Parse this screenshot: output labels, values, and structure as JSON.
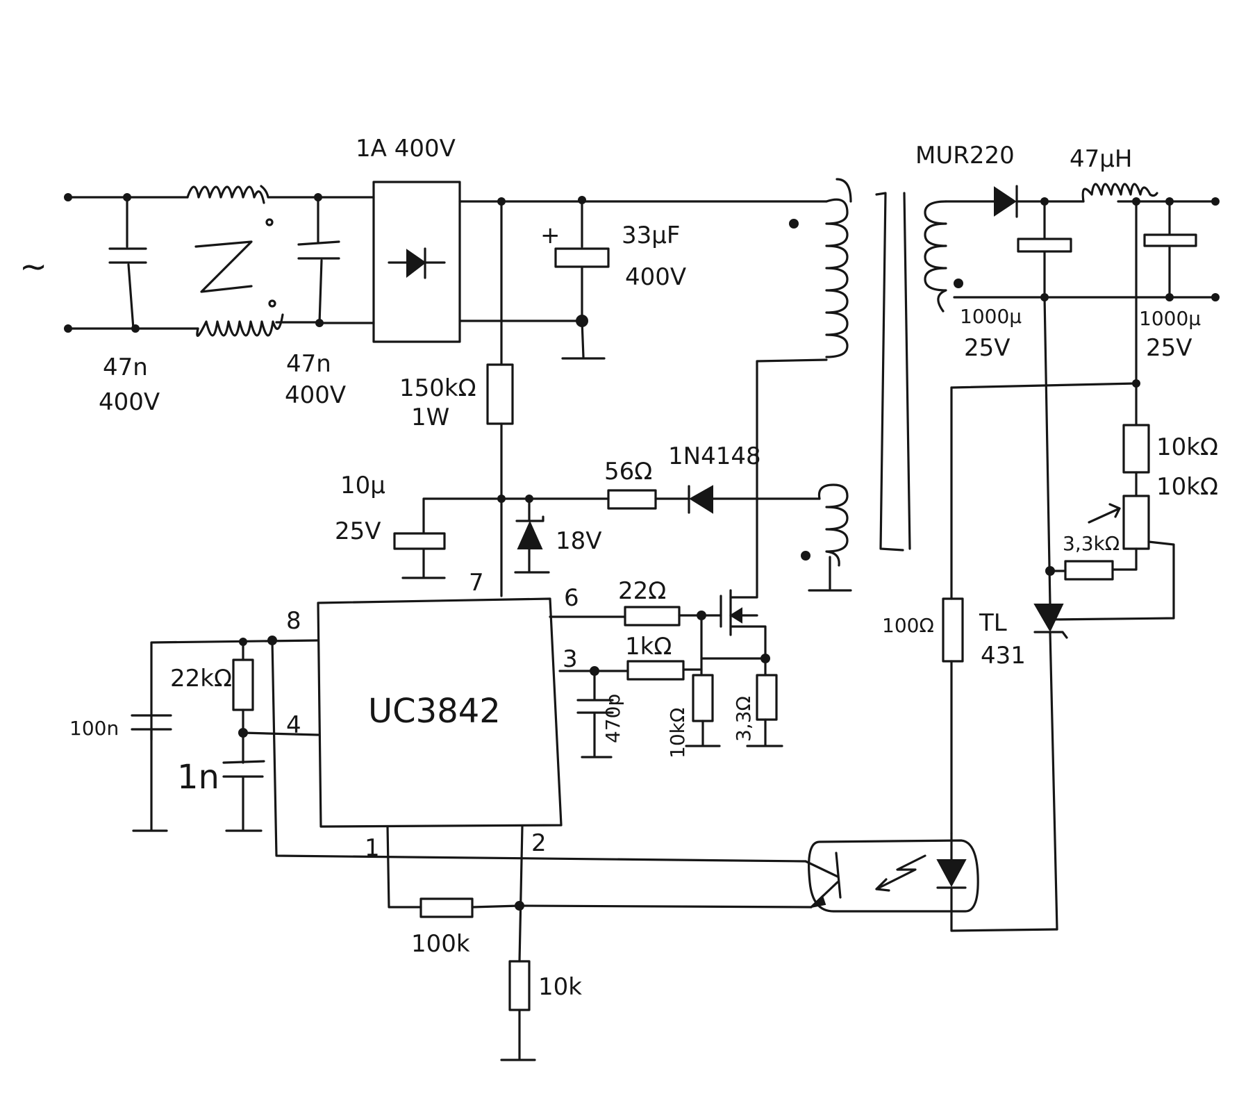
{
  "labels": {
    "ac_symbol": "~",
    "bridge": "1A 400V",
    "cap_x1": "47n",
    "cap_x1_v": "400V",
    "cap_x2": "47n",
    "cap_x2_v": "400V",
    "bulk_cap": "33µF",
    "bulk_cap_v": "400V",
    "bulk_cap_plus": "+",
    "startup_res": "150kΩ",
    "startup_res_w": "1W",
    "vcc_cap": "10µ",
    "vcc_cap_v": "25V",
    "zener": "18V",
    "aux_res": "56Ω",
    "aux_diode": "1N4148",
    "pin7": "7",
    "pin8": "8",
    "pin4": "4",
    "pin6": "6",
    "pin3": "3",
    "pin1": "1",
    "pin2": "2",
    "ic": "UC3842",
    "gate_res": "22Ω",
    "cs_res": "1kΩ",
    "cs_cap": "470p",
    "gate_pulldown": "10kΩ",
    "sense_res": "3,3Ω",
    "rt_res": "22kΩ",
    "ct_cap": "1n",
    "vref_cap": "100n",
    "fb_res": "100k",
    "fb_res_gnd": "10k",
    "out_diode": "MUR220",
    "out_inductor": "47µH",
    "out_cap1": "1000µ",
    "out_cap1_v": "25V",
    "out_cap2": "1000µ",
    "out_cap2_v": "25V",
    "div_top": "10kΩ",
    "div_trim": "10kΩ",
    "tl_res": "3,3kΩ",
    "led_res": "100Ω",
    "tl431_a": "TL",
    "tl431_b": "431"
  }
}
